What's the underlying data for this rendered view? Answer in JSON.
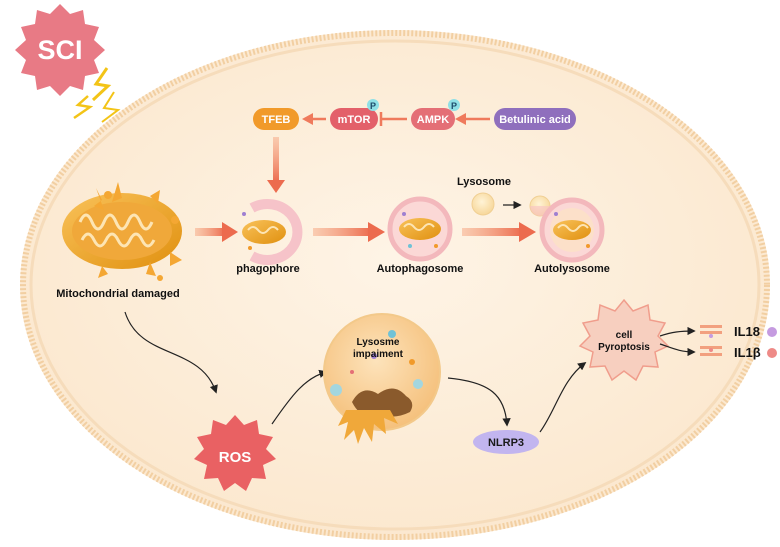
{
  "badge": {
    "label": "SCI"
  },
  "pathway": {
    "tfeb": "TFEB",
    "mtor": "mTOR",
    "ampk": "AMPK",
    "betulinic_acid": "Betulinic acid",
    "phospho": "P"
  },
  "stages": {
    "mitochondria": "Mitochondrial damaged",
    "phagophore": "phagophore",
    "autophagosome": "Autophagosome",
    "lysosome": "Lysosome",
    "autolysosome": "Autolysosome"
  },
  "lower": {
    "ros": "ROS",
    "lysosome_impairment_line1": "Lysosme",
    "lysosome_impairment_line2": "impaiment",
    "nlrp3": "NLRP3",
    "pyroptosis_line1": "cell",
    "pyroptosis_line2": "Pyroptosis",
    "il18": "IL18",
    "il1b": "IL1β"
  },
  "colors": {
    "cell_fill": "#fdf0de",
    "cell_border": "#f3d3aa",
    "badge": "#e87a85",
    "tfeb": "#f19a2a",
    "mtor": "#e3606a",
    "ampk": "#e46f76",
    "betulinic": "#8f6fbd",
    "arrow": "#ef7a5c",
    "nlrp3": "#c2b5ef",
    "il18_dot": "#c59be0",
    "il1b_dot": "#ee8a87"
  }
}
